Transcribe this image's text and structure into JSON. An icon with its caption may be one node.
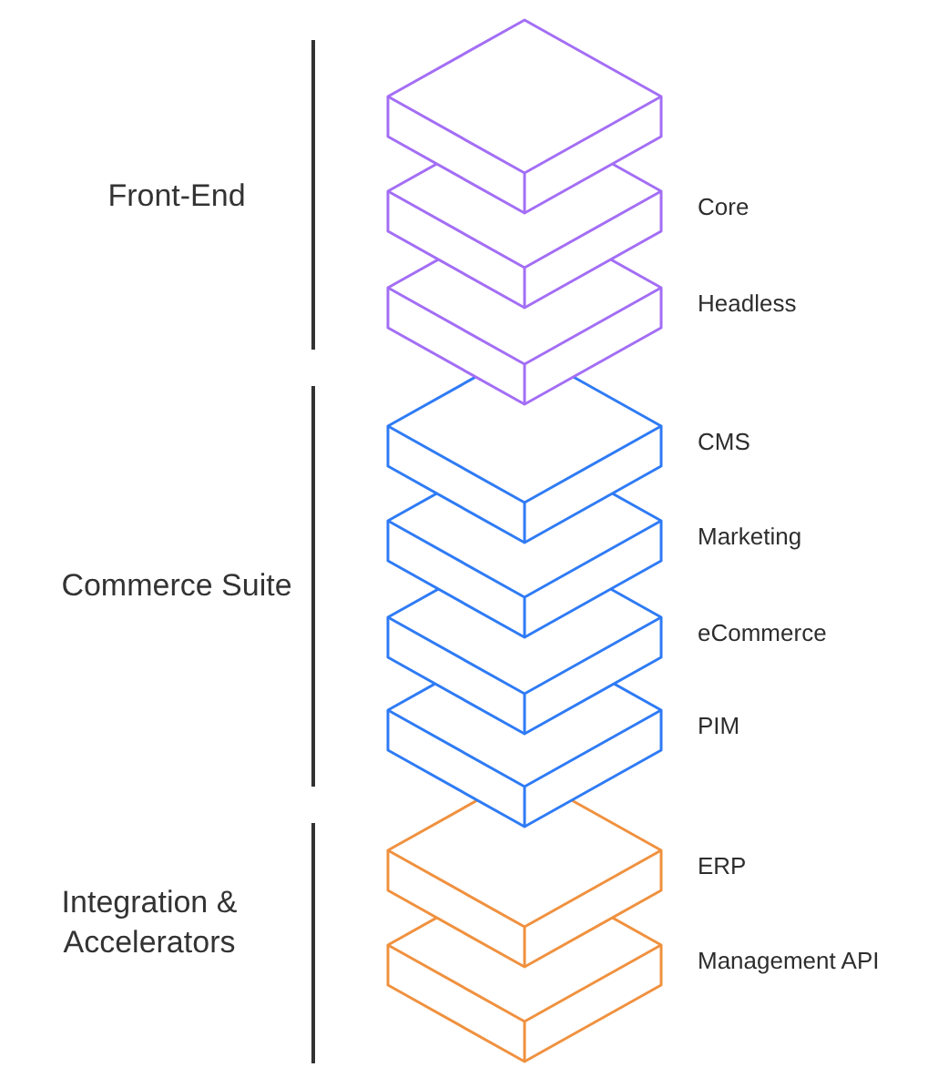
{
  "diagram": {
    "nodes": [
      {
        "text": [],
        "shape": "box"
      },
      {
        "text": [
          "Core"
        ]
      },
      {
        "text": [
          "Headless"
        ]
      },
      {
        "text": [
          "CMS"
        ]
      },
      {
        "text": [
          "Marketing"
        ]
      },
      {
        "text": [
          "eCommerce"
        ]
      },
      {
        "text": [
          "PIM"
        ]
      },
      {
        "text": [
          "ERP"
        ]
      },
      {
        "text": [
          "Management API"
        ]
      }
    ],
    "edges": [],
    "labels": [
      "Front-End",
      "Commerce Suite",
      "Integration & Accelerators"
    ]
  }
}
